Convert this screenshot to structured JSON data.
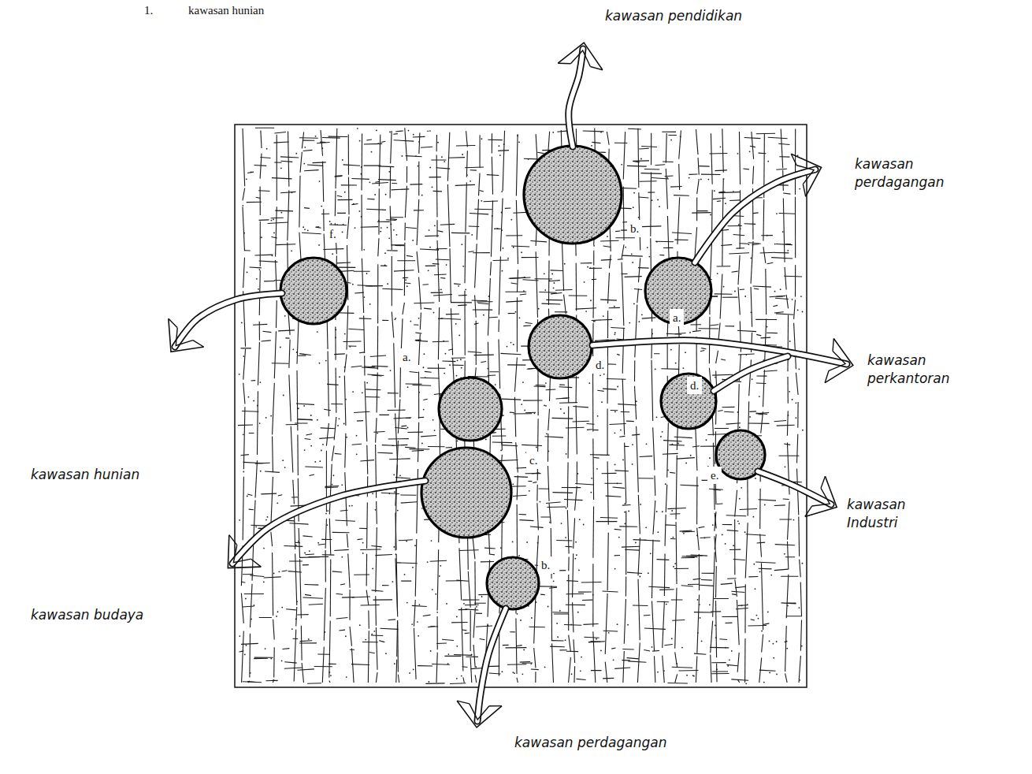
{
  "diagram": {
    "labels": [
      "1.",
      "kawasan hunian",
      "kawasan pendidikan",
      "kawasan perdagangan",
      "kawasan perkantoran",
      "kawasan Industri",
      "kawasan hunian",
      "kawasan budaya",
      "kawasan perdagangan",
      "f.",
      "b.",
      "a.",
      "d.",
      "a.",
      "d.",
      "c.",
      "e.",
      "b."
    ]
  }
}
